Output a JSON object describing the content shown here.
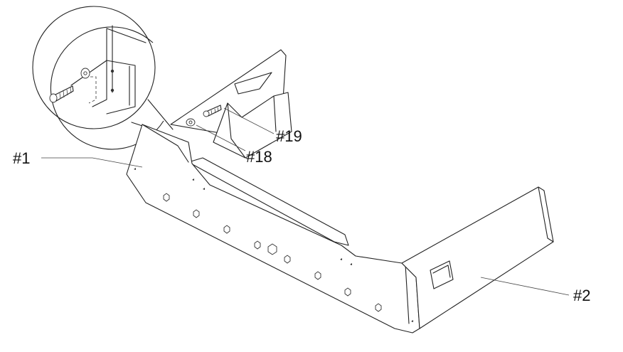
{
  "parts": {
    "frame_main": "#1",
    "frame_side": "#2",
    "washer": "#18",
    "screw": "#19"
  },
  "colors": {
    "line": "#222222",
    "background": "#ffffff"
  }
}
